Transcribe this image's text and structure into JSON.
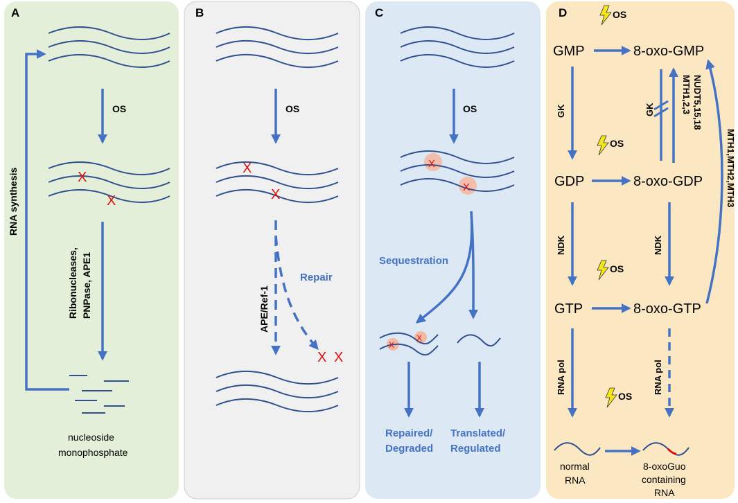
{
  "panels": {
    "a": {
      "letter": "A",
      "os": "OS",
      "side_label": "RNA synthesis",
      "enzymes_line1": "Ribonucleases,",
      "enzymes_line2": "PNPase, APE1",
      "result_line1": "nucleoside",
      "result_line2": "monophosphate",
      "bg_color": "#e3efd9"
    },
    "b": {
      "letter": "B",
      "os": "OS",
      "enzyme": "APE/Ref-1",
      "repair": "Repair",
      "bg_color": "#f0f0f0"
    },
    "c": {
      "letter": "C",
      "os": "OS",
      "sequestration": "Sequestration",
      "left_line1": "Repaired/",
      "left_line2": "Degraded",
      "right_line1": "Translated/",
      "right_line2": "Regulated",
      "bg_color": "#dce9f5"
    },
    "d": {
      "letter": "D",
      "os_top": "OS",
      "os_mid": "OS",
      "os_gtp": "OS",
      "os_rna": "OS",
      "gmp": "GMP",
      "oxo_gmp": "8-oxo-GMP",
      "gdp": "GDP",
      "oxo_gdp": "8-oxo-GDP",
      "gtp": "GTP",
      "oxo_gtp": "8-oxo-GTP",
      "gk_left": "GK",
      "gk_right": "GK",
      "mth_line1": "MTH1,2,3",
      "mth_line2": "NUDT5,15,18",
      "mth_long": "MTH1,MTH2,MTH3",
      "ndk_left": "NDK",
      "ndk_right": "NDK",
      "rnapol_left": "RNA pol",
      "rnapol_right": "RNA pol",
      "normal_line1": "normal",
      "normal_line2": "RNA",
      "oxo_line1": "8-oxoGuo",
      "oxo_line2": "containing",
      "oxo_line3": "RNA",
      "bg_color": "#fbe8c3"
    },
    "damage_mark": "X"
  },
  "colors": {
    "arrow": "#4472c4",
    "strand": "#2f4f8f",
    "damage": "#e01010",
    "bolt": "#f5e61a"
  }
}
